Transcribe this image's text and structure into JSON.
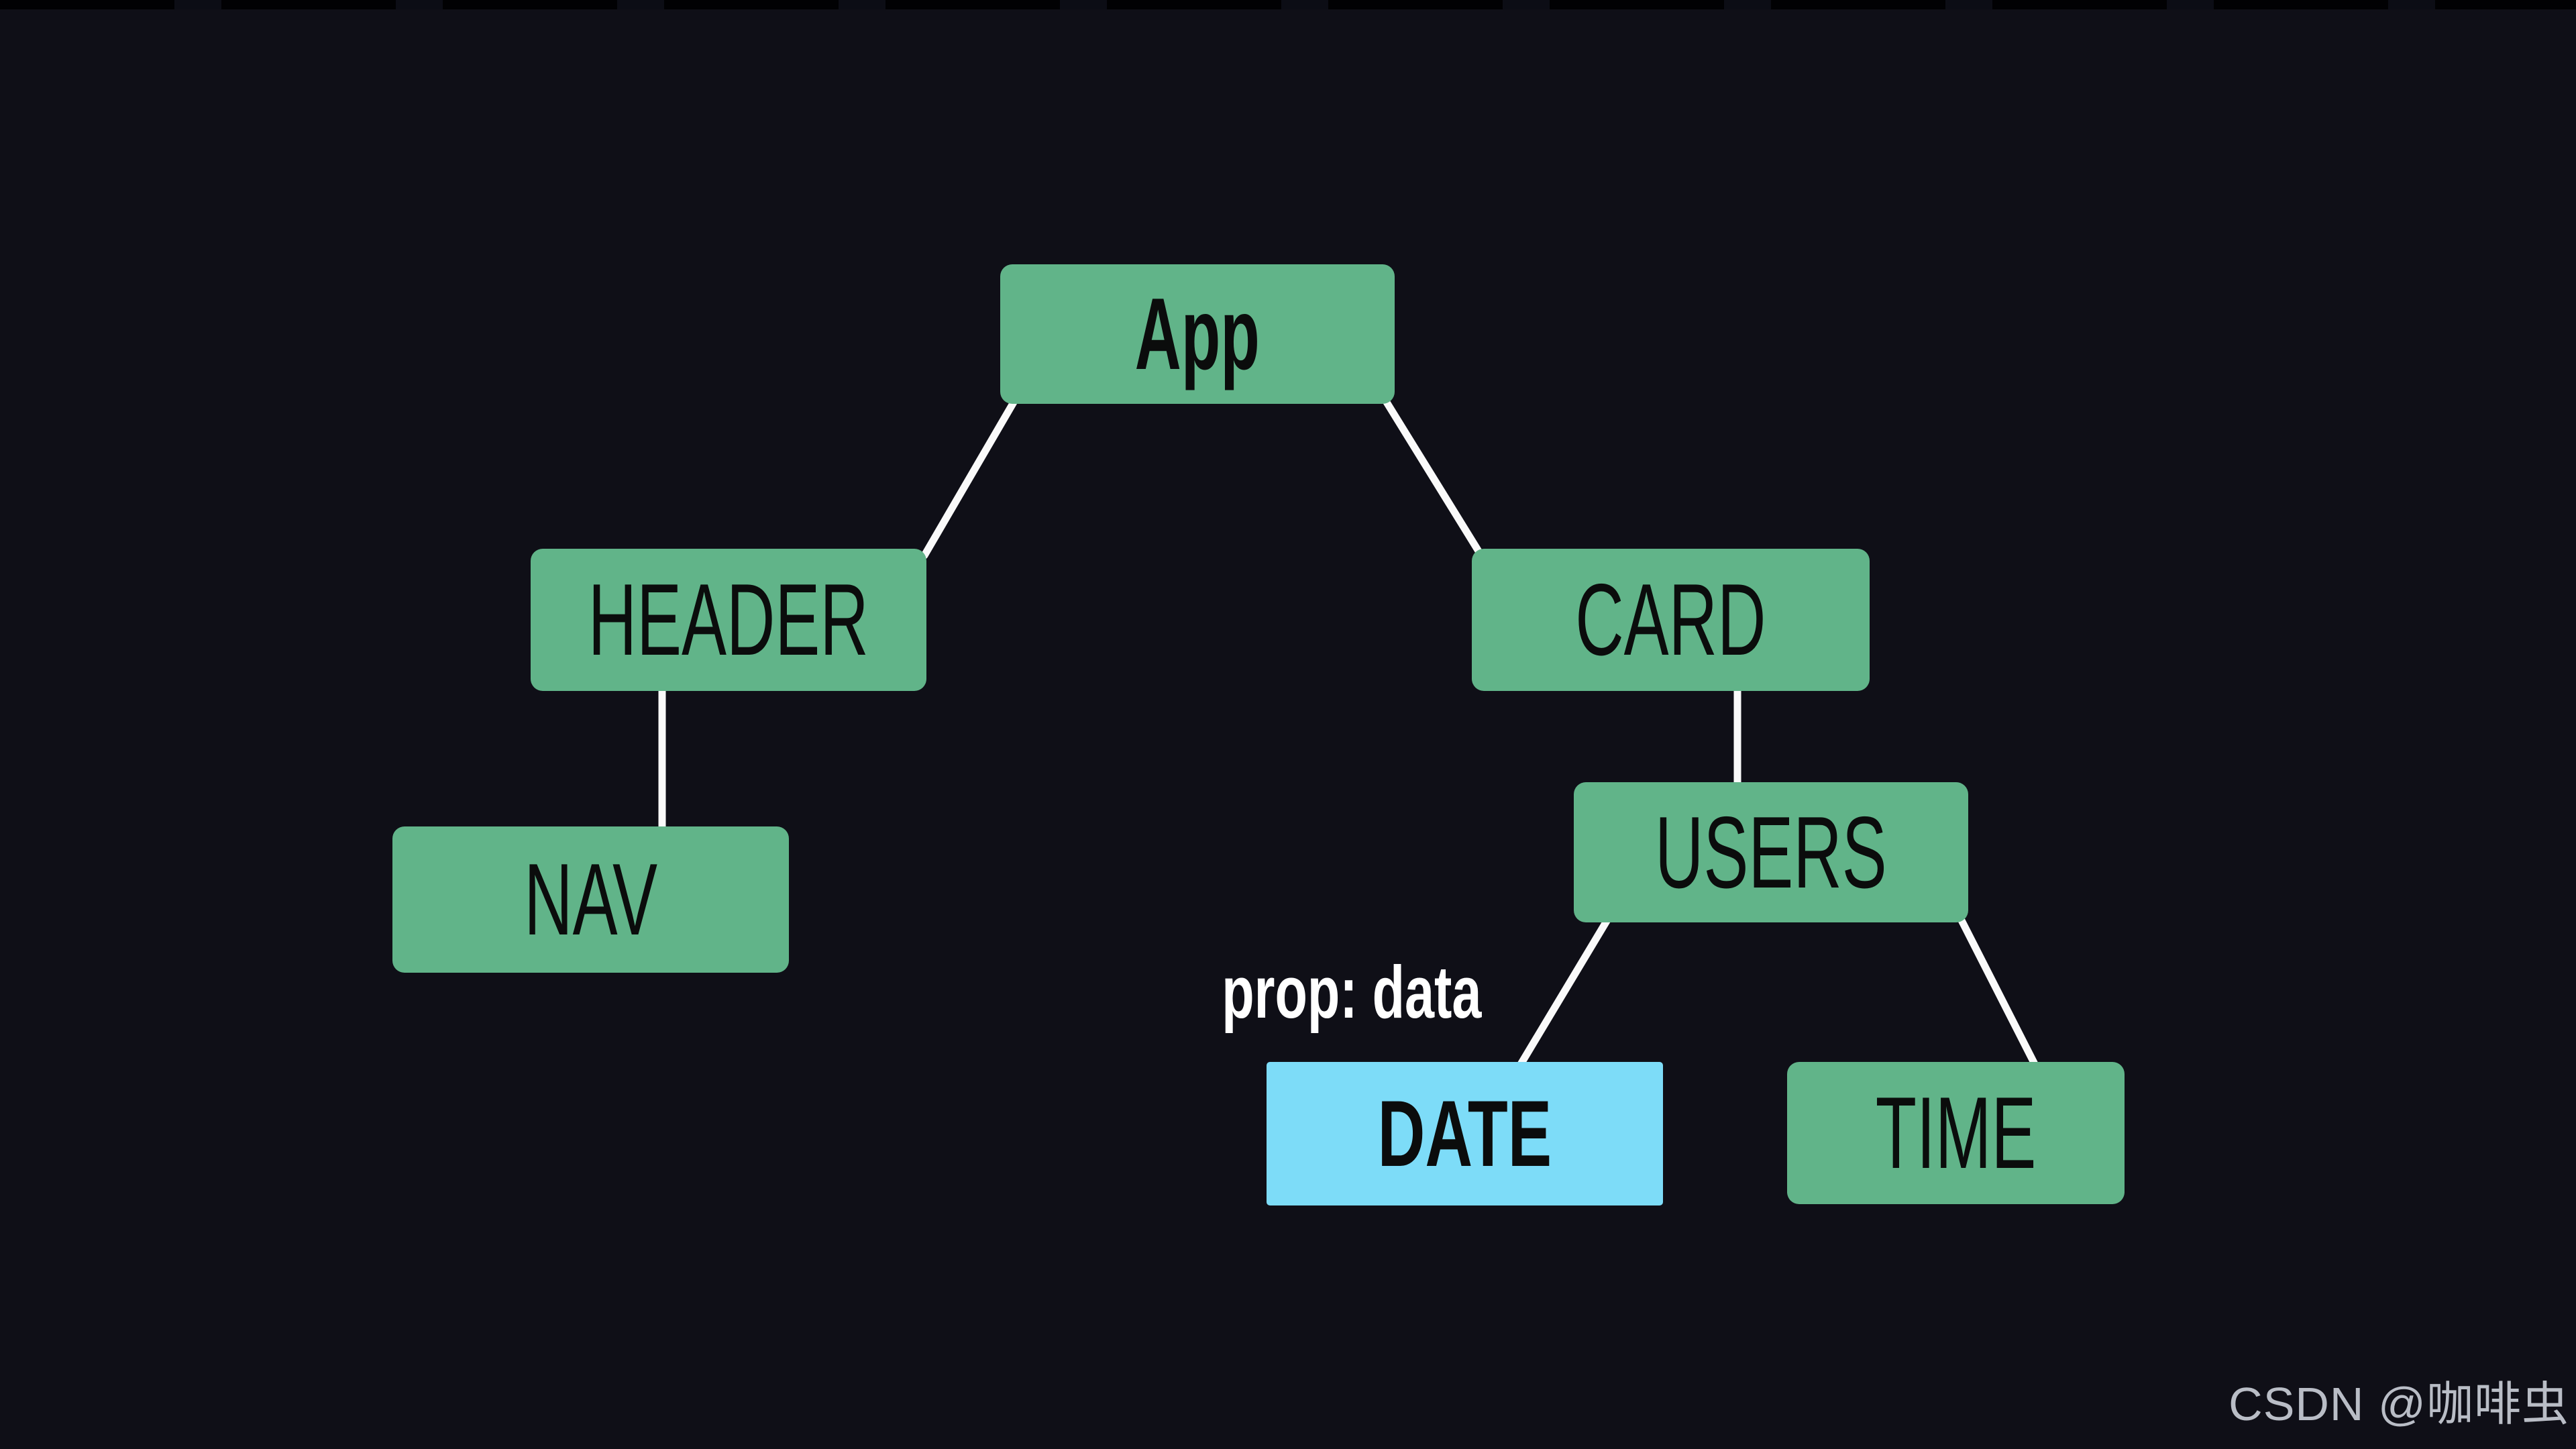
{
  "diagram": {
    "type": "component-tree",
    "nodes": {
      "app": {
        "label": "App",
        "color": "#61b489",
        "text_style": "bold",
        "role": "root component"
      },
      "header": {
        "label": "HEADER",
        "color": "#61b489",
        "text_style": "regular",
        "role": "child of App"
      },
      "card": {
        "label": "CARD",
        "color": "#61b489",
        "text_style": "regular",
        "role": "child of App"
      },
      "nav": {
        "label": "NAV",
        "color": "#61b489",
        "text_style": "regular",
        "role": "child of HEADER"
      },
      "users": {
        "label": "USERS",
        "color": "#61b489",
        "text_style": "regular",
        "role": "child of CARD"
      },
      "date": {
        "label": "DATE",
        "color": "#7ddcf8",
        "text_style": "bold",
        "role": "child of USERS",
        "highlighted": true
      },
      "time": {
        "label": "TIME",
        "color": "#61b489",
        "text_style": "regular",
        "role": "child of USERS"
      }
    },
    "edges": [
      {
        "from": "App",
        "to": "HEADER"
      },
      {
        "from": "App",
        "to": "CARD"
      },
      {
        "from": "HEADER",
        "to": "NAV"
      },
      {
        "from": "CARD",
        "to": "USERS"
      },
      {
        "from": "USERS",
        "to": "DATE",
        "annotation": "prop: data"
      },
      {
        "from": "USERS",
        "to": "TIME"
      }
    ],
    "annotation": {
      "text": "prop: data",
      "color": "#ffffff",
      "attached_to": "edge USERS→DATE"
    }
  },
  "watermark": {
    "text": "CSDN @咖啡虫",
    "color": "#b9bdc6"
  },
  "colors": {
    "background": "#0f0f17",
    "top_strip": "#010103",
    "node_green": "#61b489",
    "node_blue_highlight": "#7ddcf8",
    "edge_line": "#fafafa",
    "node_text": "#0b0c0c",
    "annotation_text": "#ffffff",
    "watermark_text": "#b9bdc6"
  }
}
